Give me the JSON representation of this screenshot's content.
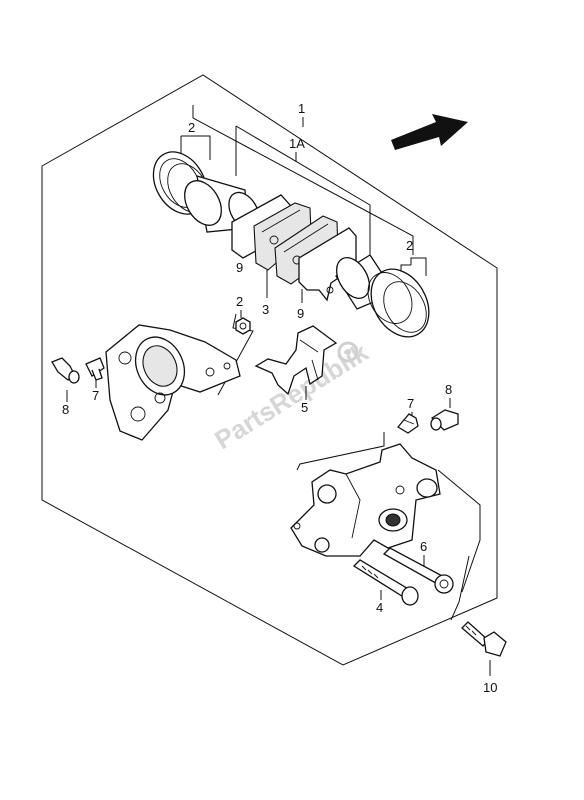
{
  "diagram": {
    "callouts": {
      "c1": "1",
      "c1a": "1A",
      "c2_top_left": "2",
      "c2_top_right": "2",
      "c2_middle": "2",
      "c3": "3",
      "c4": "4",
      "c5": "5",
      "c6": "6",
      "c7_left": "7",
      "c7_right": "7",
      "c8_left": "8",
      "c8_right": "8",
      "c9_left": "9",
      "c9_right": "9",
      "c10": "10"
    },
    "watermark": "PartsRepublik",
    "direction_arrow": "arrow-icon"
  }
}
